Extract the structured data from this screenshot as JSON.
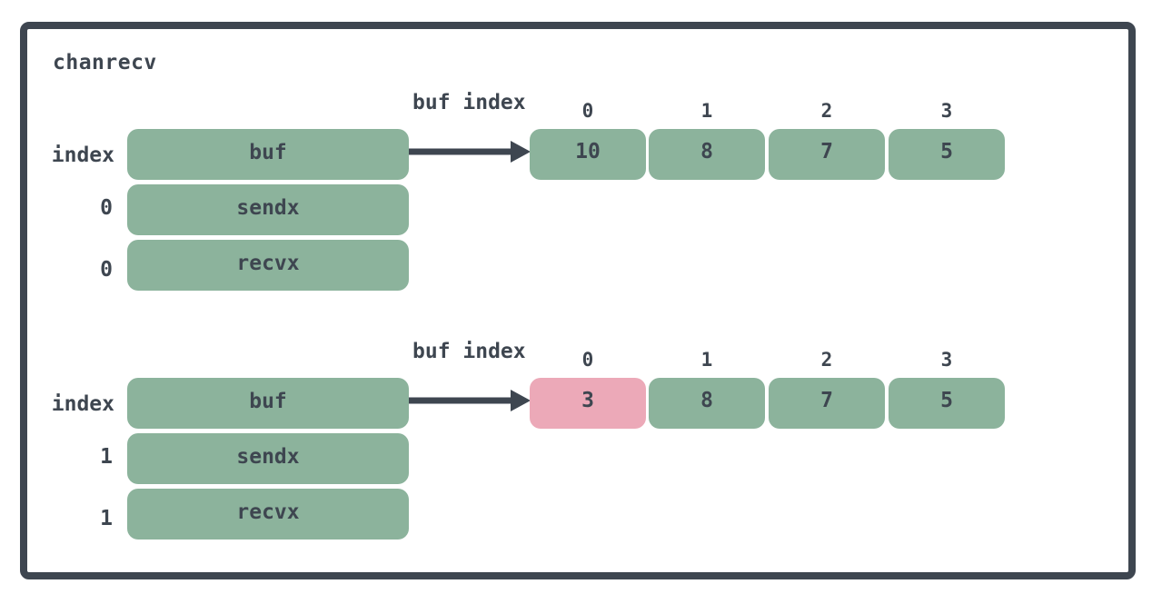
{
  "title": "chanrecv",
  "panels": [
    {
      "index_label": "index",
      "buf_index_label": "buf index",
      "fields": [
        {
          "name": "buf",
          "value": ""
        },
        {
          "name": "sendx",
          "value": "0"
        },
        {
          "name": "recvx",
          "value": "0"
        }
      ],
      "buffer_indices": [
        "0",
        "1",
        "2",
        "3"
      ],
      "buffer_values": [
        "10",
        "8",
        "7",
        "5"
      ],
      "highlighted_slot": null
    },
    {
      "index_label": "index",
      "buf_index_label": "buf index",
      "fields": [
        {
          "name": "buf",
          "value": ""
        },
        {
          "name": "sendx",
          "value": "1"
        },
        {
          "name": "recvx",
          "value": "1"
        }
      ],
      "buffer_indices": [
        "0",
        "1",
        "2",
        "3"
      ],
      "buffer_values": [
        "3",
        "8",
        "7",
        "5"
      ],
      "highlighted_slot": 0
    }
  ],
  "colors": {
    "frame": "#3e4650",
    "field_fill": "#8cb39c",
    "highlight_fill": "#eca9b8",
    "text": "#3e4650"
  }
}
